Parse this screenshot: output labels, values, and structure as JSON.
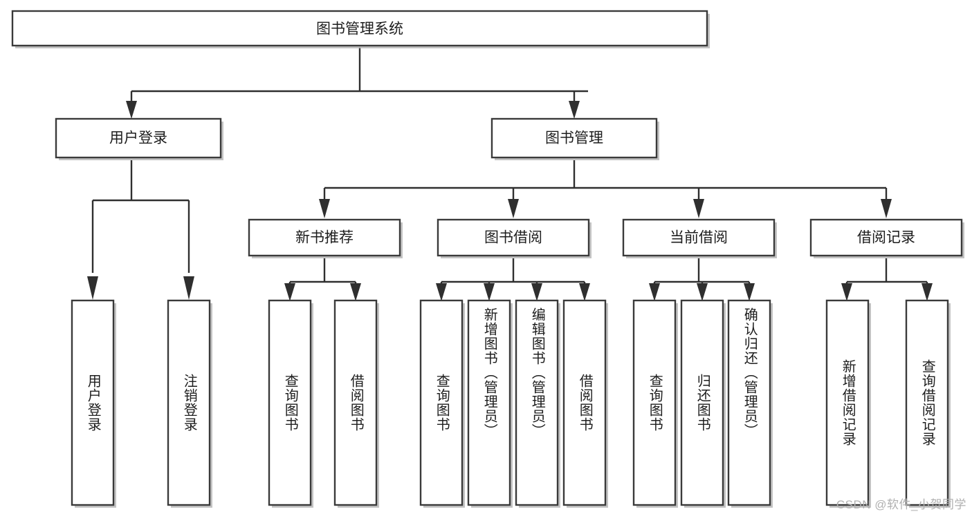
{
  "diagram": {
    "type": "tree-hierarchy",
    "title": "图书管理系统",
    "watermark": "CSDN @软件_小贺同学",
    "colors": {
      "box_fill": "#ffffff",
      "box_stroke": "#3a3a3a",
      "connector": "#2f2f2f",
      "text": "#1d1d1d",
      "shadow": "#b8b8b8",
      "watermark": "#b0b0b0",
      "background": "#ffffff"
    },
    "root": {
      "label": "图书管理系统"
    },
    "level2": [
      {
        "id": "user-login",
        "label": "用户登录"
      },
      {
        "id": "book-manage",
        "label": "图书管理"
      }
    ],
    "level3": [
      {
        "id": "new-book-recommend",
        "label": "新书推荐"
      },
      {
        "id": "book-borrow",
        "label": "图书借阅"
      },
      {
        "id": "current-borrow",
        "label": "当前借阅"
      },
      {
        "id": "borrow-record",
        "label": "借阅记录"
      }
    ],
    "leaves": {
      "user_login": [
        {
          "id": "leaf-user-login",
          "label": "用户登录"
        },
        {
          "id": "leaf-logout-login",
          "label": "注销登录"
        }
      ],
      "new_book_recommend": [
        {
          "id": "leaf-query-book-1",
          "label": "查询图书"
        },
        {
          "id": "leaf-borrow-book-1",
          "label": "借阅图书"
        }
      ],
      "book_borrow": [
        {
          "id": "leaf-query-book-2",
          "label": "查询图书"
        },
        {
          "id": "leaf-add-book-admin",
          "label": "新增图书（管理员）"
        },
        {
          "id": "leaf-edit-book-admin",
          "label": "编辑图书（管理员）"
        },
        {
          "id": "leaf-borrow-book-2",
          "label": "借阅图书"
        }
      ],
      "current_borrow": [
        {
          "id": "leaf-query-book-3",
          "label": "查询图书"
        },
        {
          "id": "leaf-return-book",
          "label": "归还图书"
        },
        {
          "id": "leaf-confirm-return-admin",
          "label": "确认归还（管理员）"
        }
      ],
      "borrow_record": [
        {
          "id": "leaf-add-borrow-record",
          "label": "新增借阅记录"
        },
        {
          "id": "leaf-query-borrow-record",
          "label": "查询借阅记录"
        }
      ]
    }
  }
}
